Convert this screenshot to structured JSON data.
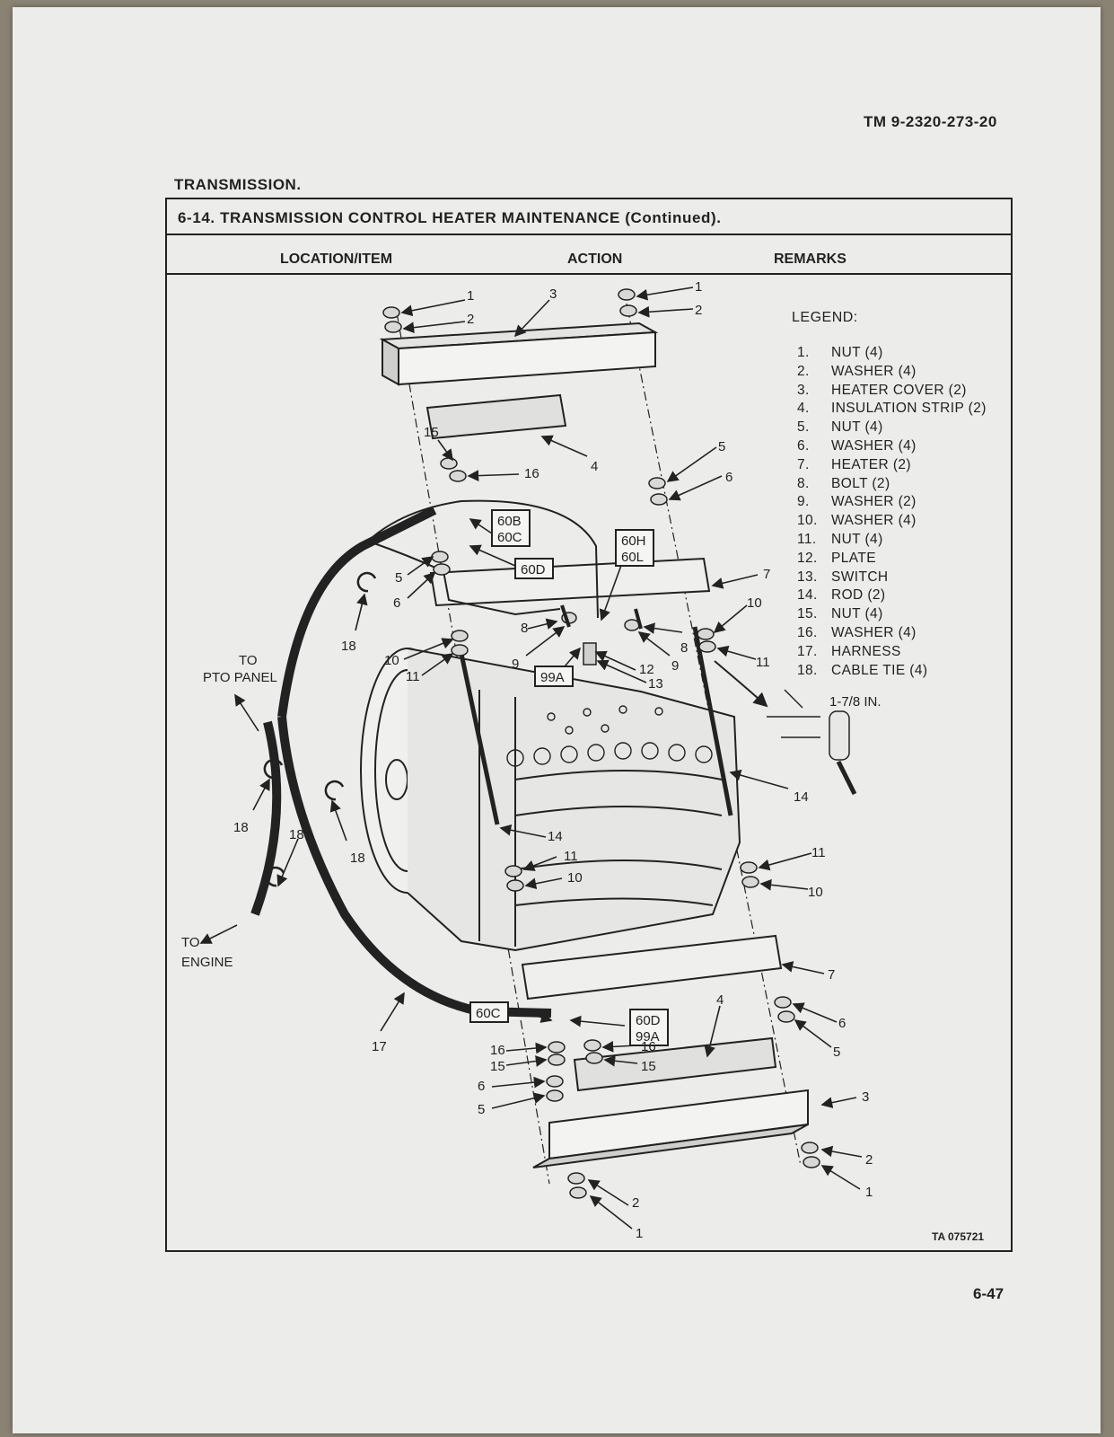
{
  "header": {
    "tm_number": "TM 9-2320-273-20",
    "section": "TRANSMISSION.",
    "procedure_title": "6-14. TRANSMISSION CONTROL HEATER MAINTENANCE (Continued)."
  },
  "table_headers": [
    "LOCATION/ITEM",
    "ACTION",
    "REMARKS"
  ],
  "legend": {
    "title": "LEGEND:",
    "items": [
      {
        "num": "1.",
        "label": "NUT (4)"
      },
      {
        "num": "2.",
        "label": "WASHER (4)"
      },
      {
        "num": "3.",
        "label": "HEATER COVER (2)"
      },
      {
        "num": "4.",
        "label": "INSULATION STRIP (2)"
      },
      {
        "num": "5.",
        "label": "NUT (4)"
      },
      {
        "num": "6.",
        "label": "WASHER (4)"
      },
      {
        "num": "7.",
        "label": "HEATER (2)"
      },
      {
        "num": "8.",
        "label": "BOLT (2)"
      },
      {
        "num": "9.",
        "label": "WASHER (2)"
      },
      {
        "num": "10.",
        "label": "WASHER (4)"
      },
      {
        "num": "11.",
        "label": "NUT (4)"
      },
      {
        "num": "12.",
        "label": "PLATE"
      },
      {
        "num": "13.",
        "label": "SWITCH"
      },
      {
        "num": "14.",
        "label": "ROD (2)"
      },
      {
        "num": "15.",
        "label": "NUT (4)"
      },
      {
        "num": "16.",
        "label": "WASHER (4)"
      },
      {
        "num": "17.",
        "label": "HARNESS"
      },
      {
        "num": "18.",
        "label": "CABLE TIE (4)"
      }
    ]
  },
  "diagram": {
    "wire_tags": {
      "t60b": "60B",
      "t60c": "60C",
      "t60d": "60D",
      "t60h": "60H",
      "t60l": "60L",
      "t99a": "99A",
      "t60c_low": "60C",
      "t60d_low": "60D",
      "t99a_low": "99A"
    },
    "notes": {
      "to_pto_1": "TO",
      "to_pto_2": "PTO PANEL",
      "to_engine_1": "TO",
      "to_engine_2": "ENGINE",
      "dimension": "1-7/8 IN."
    },
    "callouts": {
      "c1a": "1",
      "c2a": "2",
      "c3a": "3",
      "c1b": "1",
      "c2b": "2",
      "c15a": "15",
      "c16a": "16",
      "c4a": "4",
      "c5a": "5",
      "c6a": "6",
      "c5b": "5",
      "c6b": "6",
      "c7a": "7",
      "c8a": "8",
      "c8b": "8",
      "c9a": "9",
      "c9b": "9",
      "c10a": "10",
      "c11a": "11",
      "c10b": "10",
      "c11b": "11",
      "c12a": "12",
      "c13a": "13",
      "c18a": "18",
      "c18b": "18",
      "c18c": "18",
      "c18d": "18",
      "c14a": "14",
      "c14b": "14",
      "c11c": "11",
      "c10c": "10",
      "c11d": "11",
      "c10d": "10",
      "c7b": "7",
      "c4b": "4",
      "c6c": "6",
      "c5c": "5",
      "c16b": "16",
      "c15b": "15",
      "c16c": "16",
      "c15c": "15",
      "c6d": "6",
      "c5d": "5",
      "c17a": "17",
      "c3b": "3",
      "c2c": "2",
      "c1c": "1",
      "c2d": "2",
      "c1d": "1"
    }
  },
  "figure_id": "TA 075721",
  "page_number": "6-47"
}
